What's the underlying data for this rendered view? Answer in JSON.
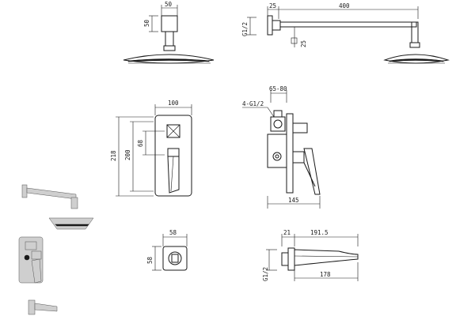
{
  "dimensions": {
    "head_top_width": "50",
    "head_top_height": "50",
    "arm_offset": "25",
    "arm_length": "400",
    "arm_thread": "G1/2",
    "arm_square": "25",
    "plate_width": "100",
    "plate_height": "218",
    "plate_inner_height": "200",
    "plate_spacing": "68",
    "valve_depth": "65-80",
    "valve_threads": "4-G1/2",
    "valve_total": "145",
    "knob_width": "58",
    "knob_height": "58",
    "spout_offset": "21",
    "spout_length": "191.5",
    "spout_inner": "178",
    "spout_thread": "G1/2"
  }
}
